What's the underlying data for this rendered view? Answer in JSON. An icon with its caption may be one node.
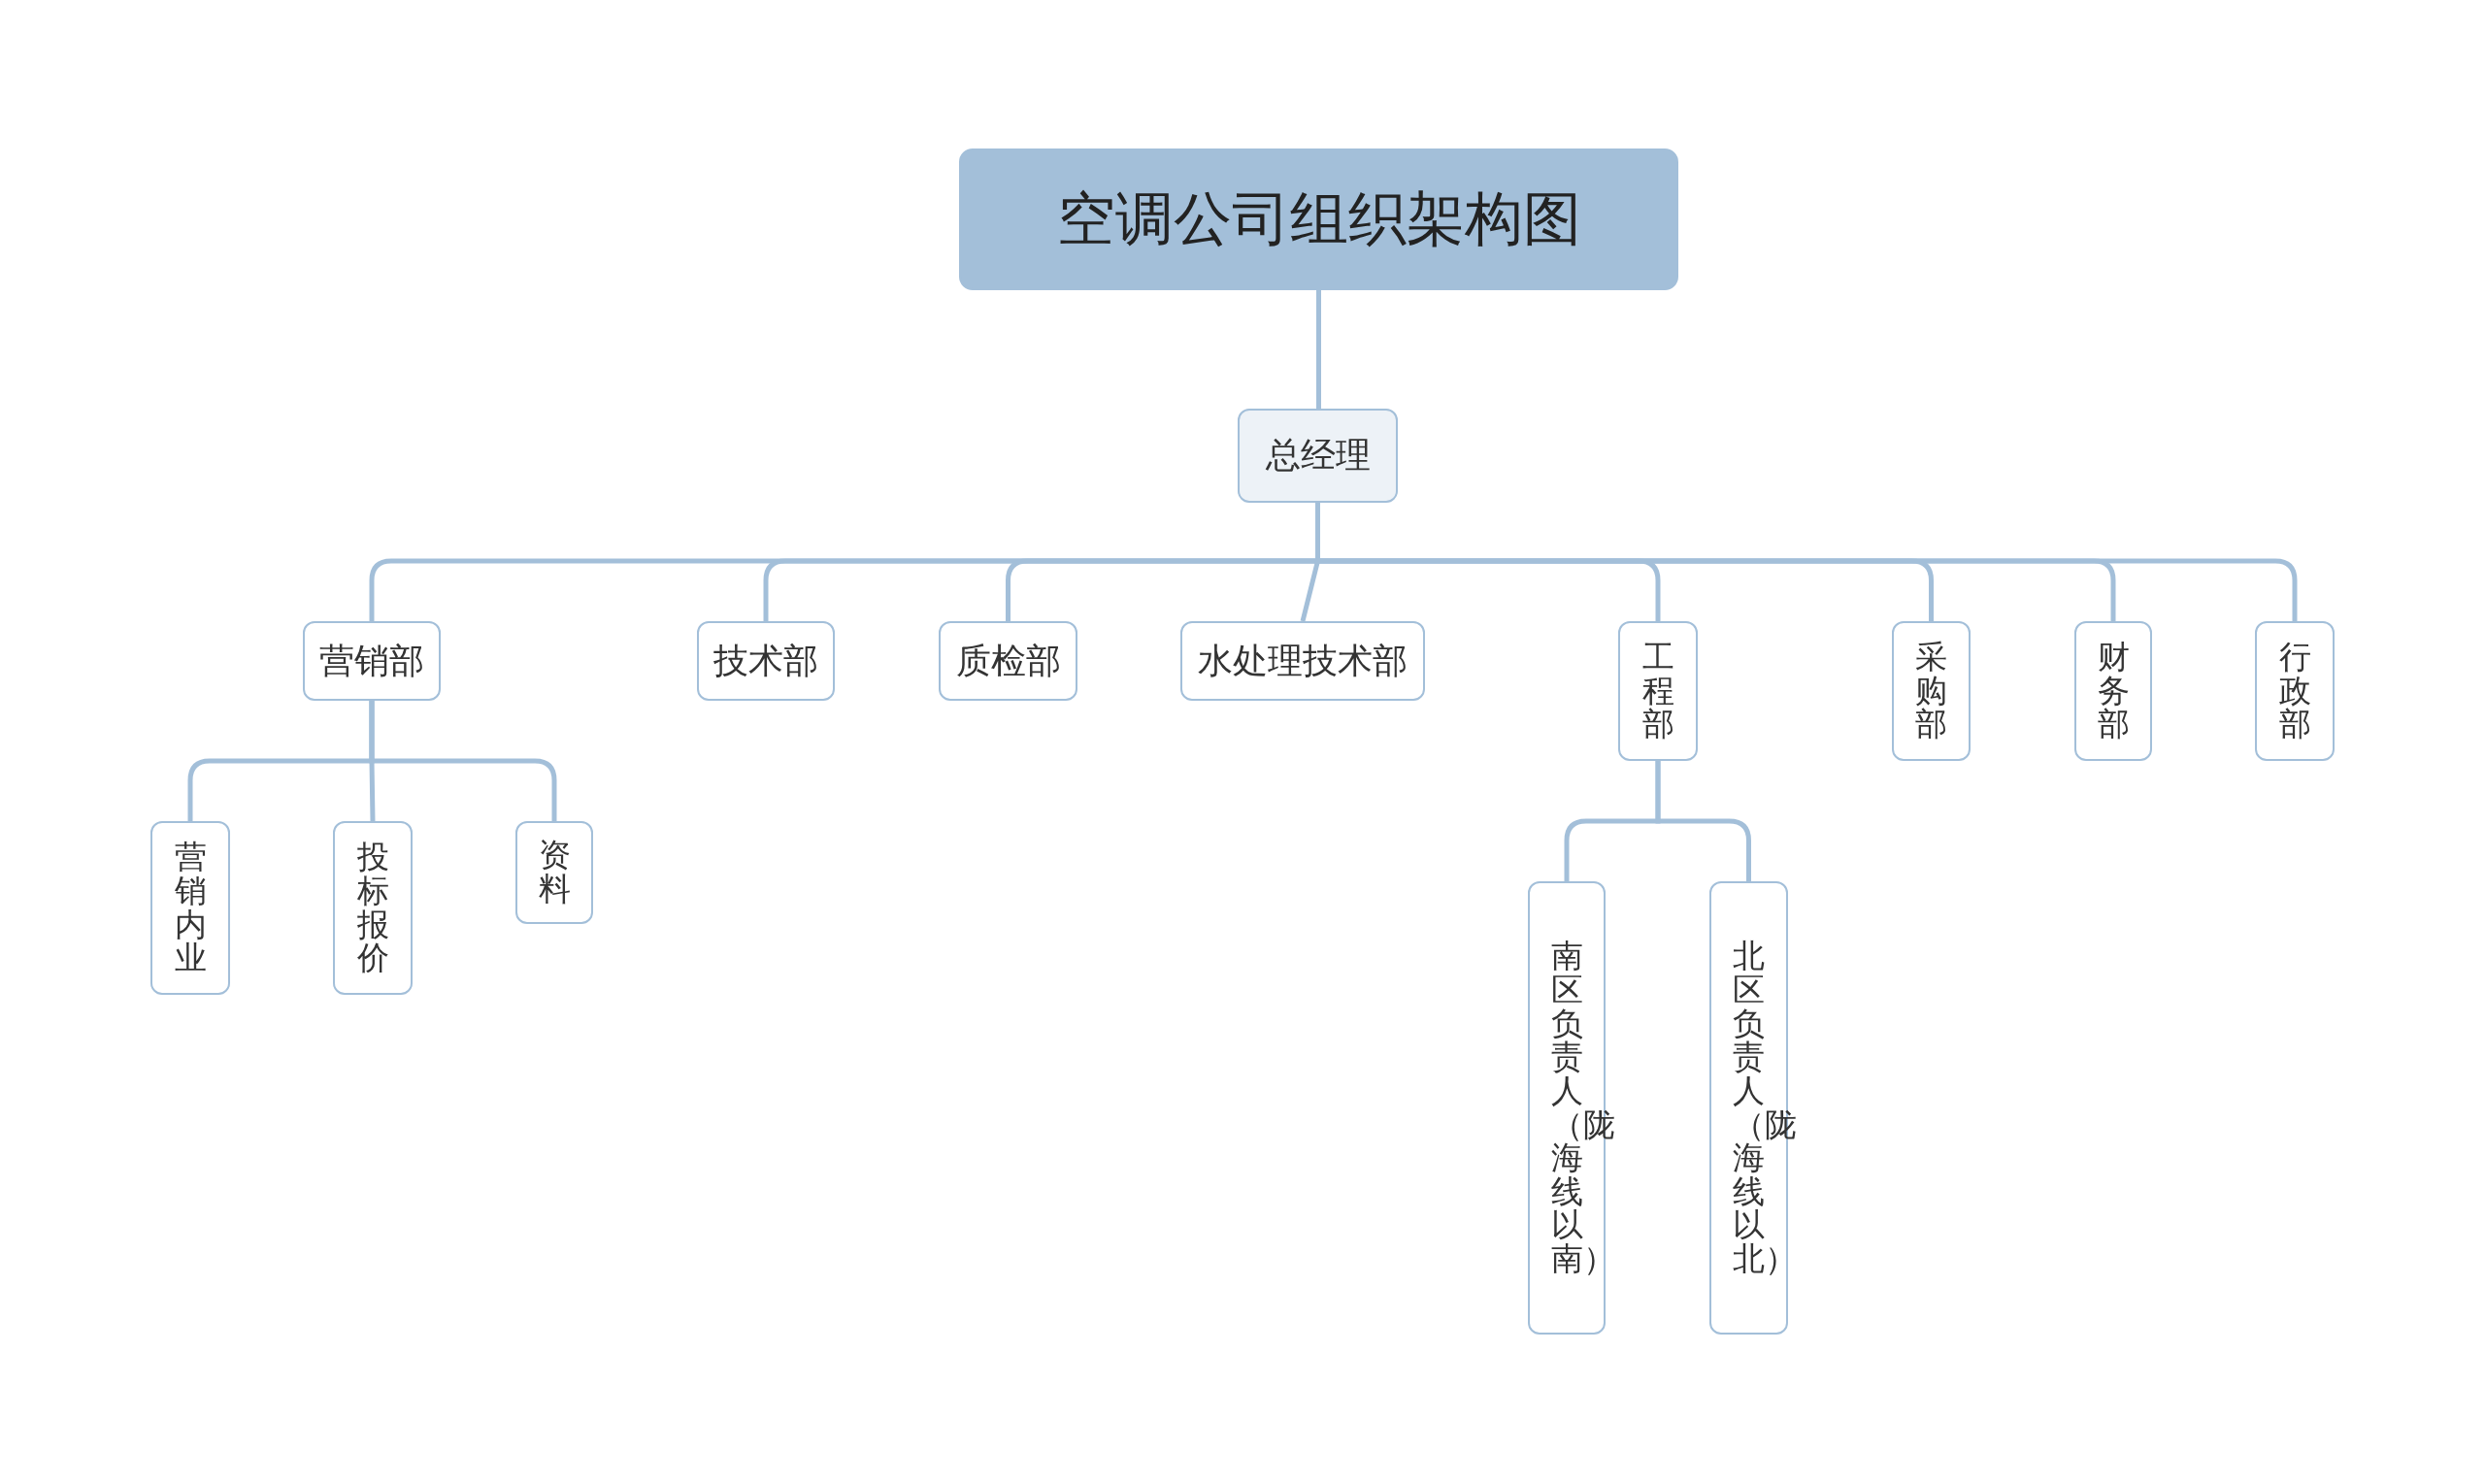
{
  "diagram": {
    "nodes": [
      {
        "text": [
          "空调公司组织架构图"
        ]
      },
      {
        "text": [
          "总经理"
        ]
      },
      {
        "text": [
          "营销部"
        ]
      },
      {
        "text": [
          "技术部"
        ]
      },
      {
        "text": [
          "质检部"
        ]
      },
      {
        "text": [
          "水处理技术部"
        ]
      },
      {
        "text": [
          "工程部"
        ]
      },
      {
        "text": [
          "采购部"
        ]
      },
      {
        "text": [
          "财务部"
        ]
      },
      {
        "text": [
          "行政部"
        ]
      },
      {
        "text": [
          "营销内业"
        ]
      },
      {
        "text": [
          "投标报价"
        ]
      },
      {
        "text": [
          "资料"
        ]
      },
      {
        "text": [
          "南区负责人（陇海线以南）"
        ]
      },
      {
        "text": [
          "北区负责人（陇海线以北）"
        ]
      }
    ],
    "edges": [
      {
        "from": 0,
        "to": 1,
        "arrow": "none"
      },
      {
        "from": 1,
        "to": 2,
        "arrow": "none"
      },
      {
        "from": 1,
        "to": 3,
        "arrow": "none"
      },
      {
        "from": 1,
        "to": 4,
        "arrow": "none"
      },
      {
        "from": 1,
        "to": 5,
        "arrow": "none"
      },
      {
        "from": 1,
        "to": 6,
        "arrow": "none"
      },
      {
        "from": 1,
        "to": 7,
        "arrow": "none"
      },
      {
        "from": 1,
        "to": 8,
        "arrow": "none"
      },
      {
        "from": 1,
        "to": 9,
        "arrow": "none"
      },
      {
        "from": 2,
        "to": 10,
        "arrow": "none"
      },
      {
        "from": 2,
        "to": 11,
        "arrow": "none"
      },
      {
        "from": 2,
        "to": 12,
        "arrow": "none"
      },
      {
        "from": 6,
        "to": 13,
        "arrow": "none"
      },
      {
        "from": 6,
        "to": 14,
        "arrow": "none"
      }
    ]
  }
}
